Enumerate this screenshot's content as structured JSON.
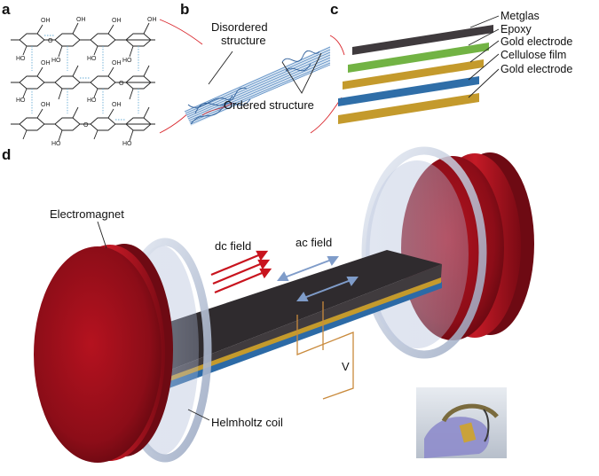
{
  "panels": {
    "a": "a",
    "b": "b",
    "c": "c",
    "d": "d"
  },
  "panel_b": {
    "disordered_label": "Disordered\nstructure",
    "ordered_label": "Ordered structure"
  },
  "panel_c": {
    "layers": [
      {
        "label": "Metglas",
        "color": "#3f3a3d"
      },
      {
        "label": "Epoxy",
        "color": "#72b344"
      },
      {
        "label": "Gold electrode",
        "color": "#c49a2c"
      },
      {
        "label": "Cellulose film",
        "color": "#2f6ea8"
      },
      {
        "label": "Gold electrode",
        "color": "#c49a2c"
      }
    ]
  },
  "panel_d": {
    "electromagnet_label": "Electromagnet",
    "dc_field_label": "dc field",
    "ac_field_label": "ac field",
    "voltage_label": "V",
    "helmholtz_label": "Helmholtz coil",
    "colors": {
      "magnet": "#a3101d",
      "dc_arrow": "#c8141e",
      "ac_arrow": "#7f9cc9",
      "wire": "#c98a3c"
    }
  },
  "chem": {
    "oh": "OH",
    "ho": "HO",
    "o": "O"
  }
}
